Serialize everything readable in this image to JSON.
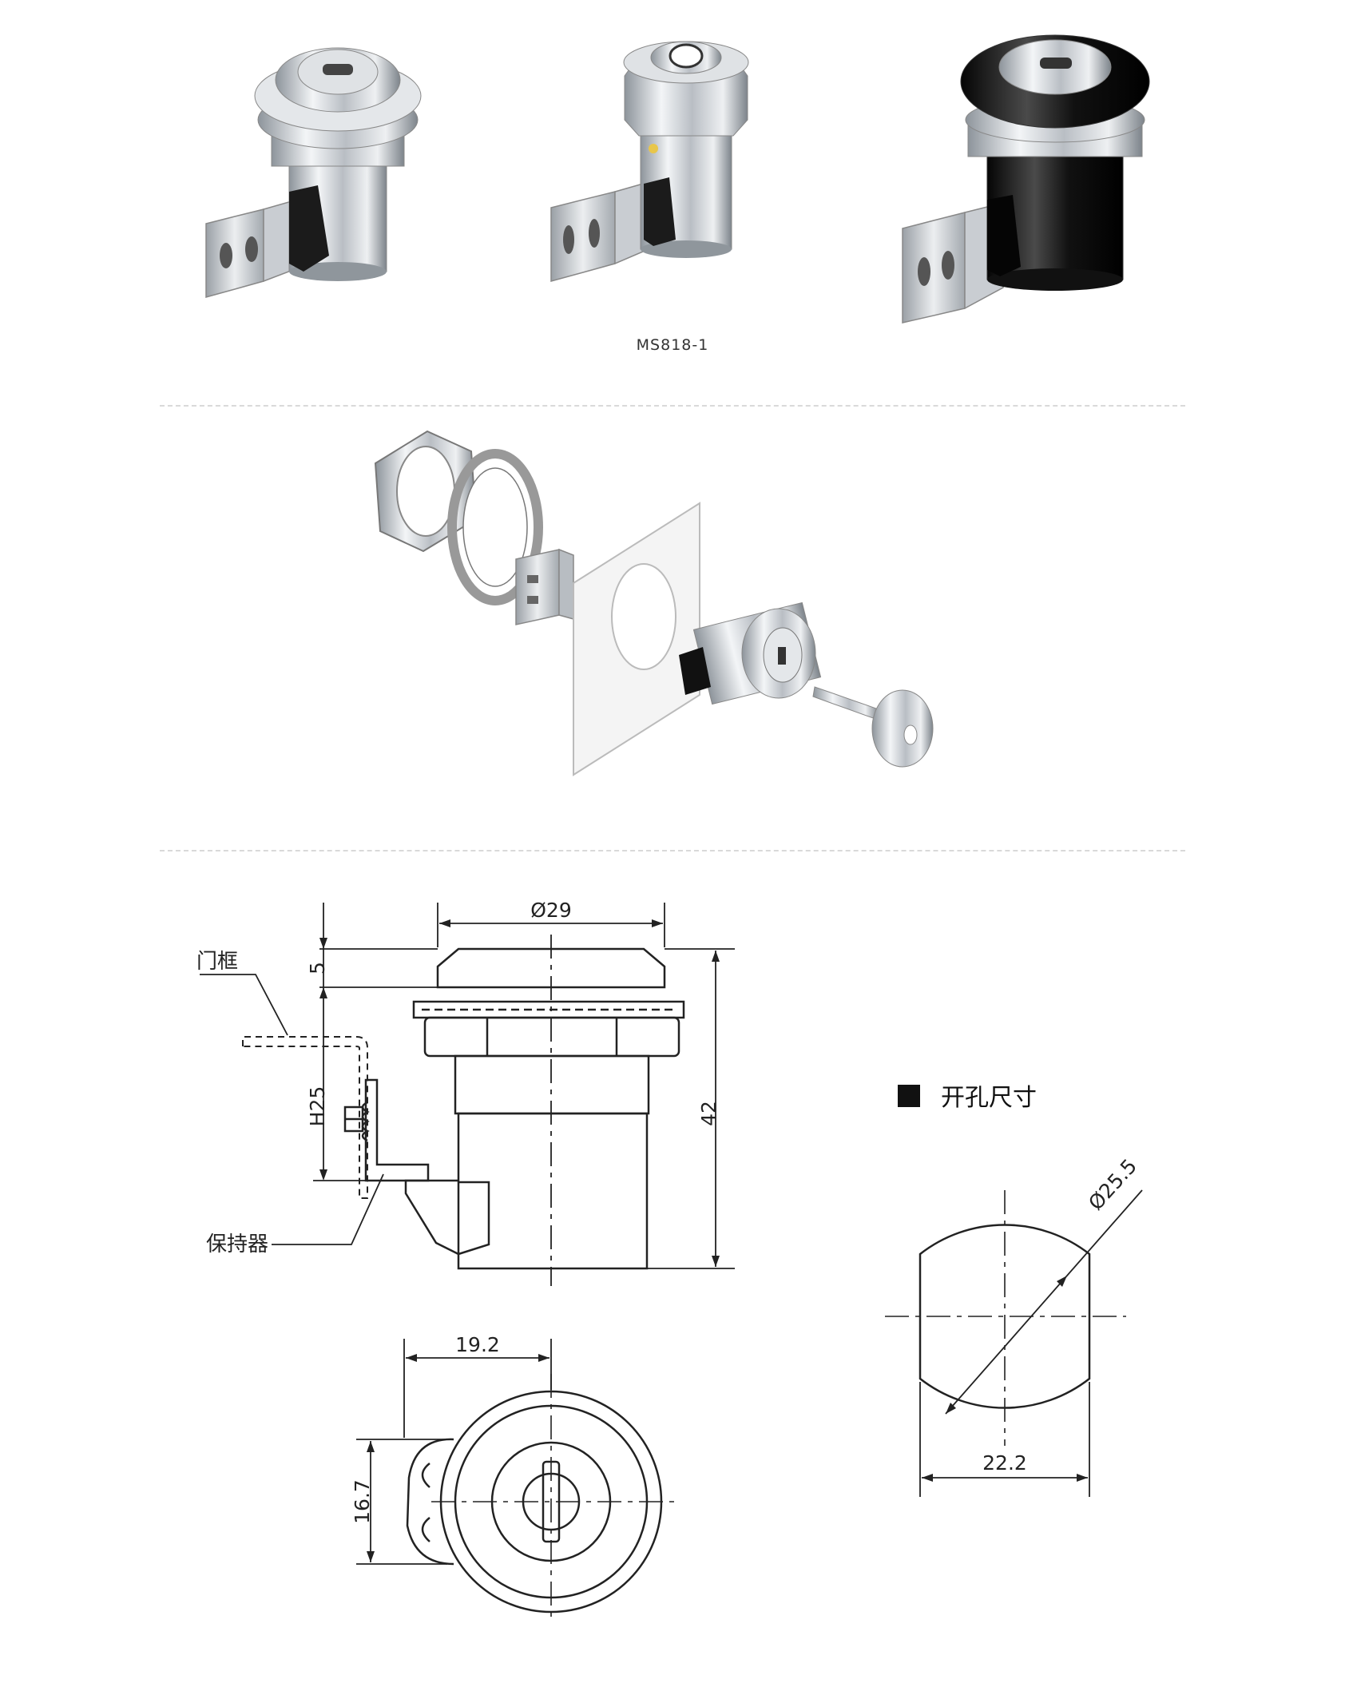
{
  "caption": {
    "model": "MS818-1"
  },
  "photos": [
    {
      "name": "chrome-lock",
      "color": "#cfd3d8"
    },
    {
      "name": "chrome-lock-alt",
      "color": "#cfd3d8"
    },
    {
      "name": "black-lock",
      "color": "#1c1c1c"
    }
  ],
  "drawing": {
    "side_view": {
      "dim_top_width": "Ø29",
      "dim_cap_height": "5",
      "dim_total_height": "42",
      "dim_holder_height": "H25",
      "label_frame": "门框",
      "label_holder": "保持器"
    },
    "front_view": {
      "dim_width": "19.2",
      "dim_height": "16.7"
    },
    "cutout": {
      "title": "开孔尺寸",
      "dim_diameter": "Ø25.5",
      "dim_flat": "22.2"
    }
  },
  "colors": {
    "line": "#222222",
    "dashed": "#d9d9d9",
    "chrome": "#cfd3d8",
    "black_part": "#1c1c1c"
  }
}
